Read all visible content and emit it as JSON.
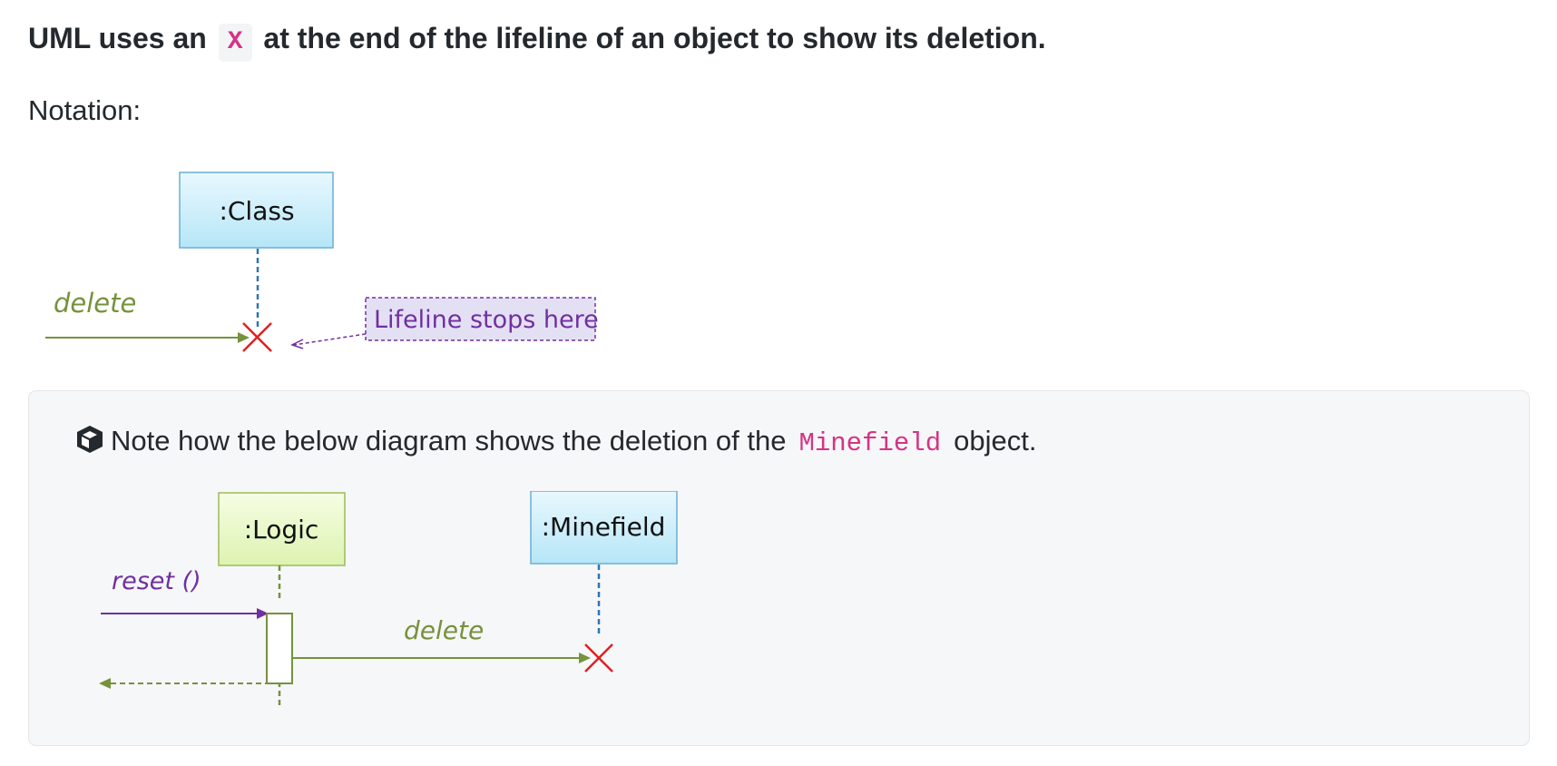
{
  "heading": {
    "before": "UML uses an",
    "code": "X",
    "after": "at the end of the lifeline of an object to show its deletion."
  },
  "notation_label": "Notation:",
  "notation": {
    "object": ":Class",
    "message": "delete",
    "note": "Lifeline stops here"
  },
  "tip": {
    "icon": "cube-icon",
    "before": "Note how the below diagram shows the deletion of the",
    "code": "Minefield",
    "after": "object."
  },
  "example": {
    "objects": [
      ":Logic",
      ":Minefield"
    ],
    "call_message": "reset ()",
    "delete_message": "delete"
  },
  "colors": {
    "class_box": "#c6eefa",
    "logic_box": "#eaf8c8",
    "message_green": "#76923c",
    "message_purple": "#7030a0",
    "cross_red": "#e02020",
    "lifeline_blue": "#2e75b6",
    "code_pink": "#d63384"
  }
}
